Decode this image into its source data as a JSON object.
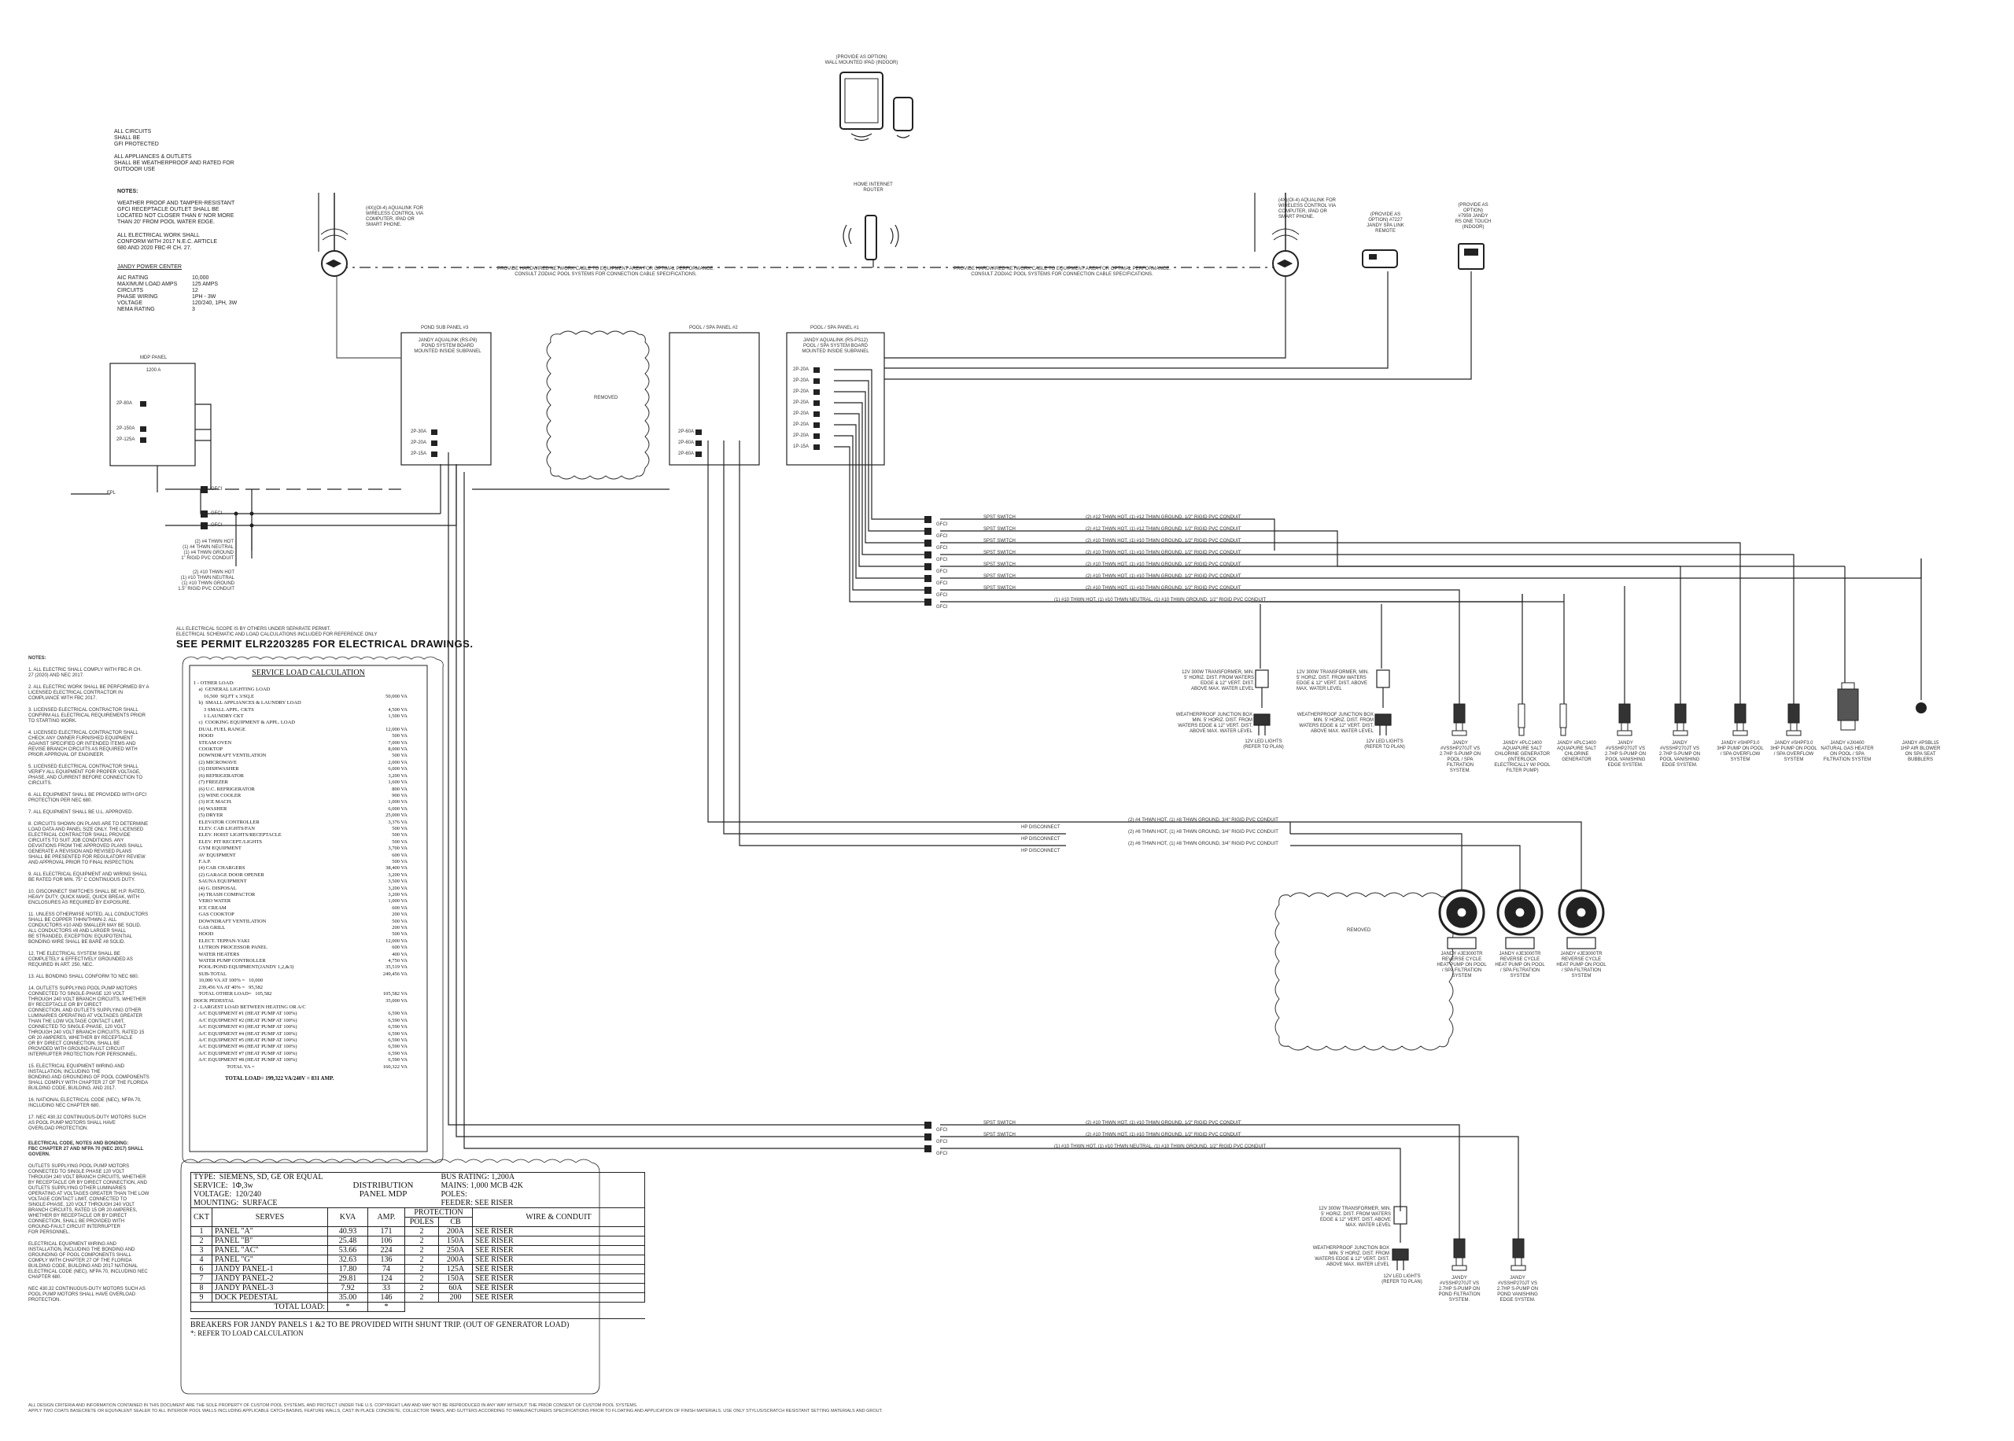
{
  "top_notes": {
    "circuits": "ALL CIRCUITS\nSHALL BE\nGFI PROTECTED",
    "appliances": "ALL APPLIANCES & OUTLETS\nSHALL BE WEATHERPROOF AND RATED FOR\nOUTDOOR USE",
    "notes_title": "NOTES:",
    "note1": "WEATHER PROOF AND TAMPER-RESISTANT\nGFCI RECEPTACLE OUTLET SHALL BE\nLOCATED NOT CLOSER THAN 6' NOR MORE\nTHAN 20' FROM POOL WATER EDGE.",
    "note2": "ALL ELECTRICAL WORK SHALL\nCONFORM WITH 2017 N.E.C. ARTICLE\n680 AND 2020 FBC-R CH. 27."
  },
  "power_center": {
    "title": "JANDY POWER CENTER",
    "rows": [
      [
        "AIC RATING",
        "10,000"
      ],
      [
        "MAXIMUM LOAD AMPS",
        "125 AMPS"
      ],
      [
        "CIRCUITS",
        "12"
      ],
      [
        "PHASE WIRING",
        "1PH - 3W"
      ],
      [
        "VOLTAGE",
        "120/240, 1PH, 3W"
      ],
      [
        "NEMA RATING",
        "3"
      ]
    ]
  },
  "devices": {
    "tablet": "(PROVIDE AS OPTION)\nWALL MOUNTED IPAD (INDOOR)",
    "router": "HOME INTERNET\nROUTER",
    "aqualink_left": "(4X)(OI-4) AQUALINK FOR\nWIRELESS CONTROL VIA\nCOMPUTER, IPAD OR\nSMART PHONE.",
    "aqualink_right": "(4X)(OI-4) AQUALINK FOR\nWIRELESS CONTROL VIA\nCOMPUTER, IPAD OR\nSMART PHONE.",
    "remote1": "(PROVIDE AS\nOPTION) #7227\nJANDY SPA LINK\nREMOTE",
    "remote2": "(PROVIDE AS\nOPTION)\n#7959 JANDY\nRS ONE TOUCH\n(INDOOR)",
    "network_note_left": "PROVIDE HARDWIRED NETWORK CABLE TO EQUIPMENT AREA FOR OPTIMAL PERFORMANCE.\nCONSULT ZODIAC POOL SYSTEMS FOR CONNECTION CABLE SPECIFICATIONS.",
    "network_note_right": "PROVIDE HARDWIRED NETWORK CABLE TO EQUIPMENT AREA FOR OPTIMAL PERFORMANCE.\nCONSULT ZODIAC POOL SYSTEMS FOR CONNECTION CABLE SPECIFICATIONS."
  },
  "panels": {
    "mdp": {
      "title": "MDP PANEL",
      "rating": "1200 A",
      "breakers": [
        "2P-80A",
        "2P-150A",
        "2P-125A"
      ]
    },
    "pond": {
      "heading": "POND SUB PANEL #3",
      "title": "JANDY AQUALINK (RS-P8)\nPOND SYSTEM BOARD\nMOUNTED INSIDE SUBPANEL",
      "breakers": [
        "2P-30A",
        "2P-20A",
        "2P-15A"
      ]
    },
    "removed": "REMOVED",
    "pool2": {
      "heading": "POOL / SPA PANEL #2",
      "breakers": [
        "2P-60A",
        "2P-60A",
        "2P-60A"
      ]
    },
    "pool1": {
      "heading": "POOL / SPA PANEL #1",
      "title": "JANDY AQUALINK (RS-PS12)\nPOOL / SPA SYSTEM BOARD\nMOUNTED INSIDE SUBPANEL",
      "breakers": [
        "2P-20A",
        "2P-20A",
        "2P-20A",
        "2P-20A",
        "2P-20A",
        "2P-20A",
        "2P-20A",
        "1P-15A"
      ]
    }
  },
  "feeders": {
    "fpl": "FPL",
    "gfci": [
      "GFCI",
      "GFCI",
      "GFCI"
    ],
    "conduit1": "(2) #4 THWN HOT\n(1) #4 THWN NEUTRAL\n(1) #4 THWN GROUND\n1\" RIGID PVC CONDUIT",
    "conduit2": "(2) #10 THWN HOT\n(1) #10 THWN NEUTRAL\n(1) #10 THWN GROUND\n1.5\" RIGID PVC CONDUIT"
  },
  "circuits_upper": [
    {
      "tag": "GFCI",
      "switch": "SPST SWITCH",
      "wire": "(2) #12 THWN HOT, (1) #12 THWN GROUND, 1/2\" RIGID PVC CONDUIT"
    },
    {
      "tag": "GFCI",
      "switch": "SPST SWITCH",
      "wire": "(2) #12 THWN HOT, (1) #12 THWN GROUND, 1/2\" RIGID PVC CONDUIT"
    },
    {
      "tag": "GFCI",
      "switch": "SPST SWITCH",
      "wire": "(2) #10 THWN HOT, (1) #10 THWN GROUND, 1/2\" RIGID PVC CONDUIT"
    },
    {
      "tag": "GFCI",
      "switch": "SPST SWITCH",
      "wire": "(2) #10 THWN HOT, (1) #10 THWN GROUND, 1/2\" RIGID PVC CONDUIT"
    },
    {
      "tag": "GFCI",
      "switch": "SPST SWITCH",
      "wire": "(2) #10 THWN HOT, (1) #10 THWN GROUND, 1/2\" RIGID PVC CONDUIT"
    },
    {
      "tag": "GFCI",
      "switch": "SPST SWITCH",
      "wire": "(2) #10 THWN HOT, (1) #10 THWN GROUND, 1/2\" RIGID PVC CONDUIT"
    },
    {
      "tag": "GFCI",
      "switch": "SPST SWITCH",
      "wire": "(2) #10 THWN HOT, (1) #10 THWN GROUND, 1/2\" RIGID PVC CONDUIT"
    },
    {
      "tag": "GFCI",
      "switch": "",
      "wire": "(1) #10 THWN HOT, (1) #10 THWN NEUTRAL, (1) #10 THWN GROUND, 1/2\" RIGID PVC CONDUIT"
    }
  ],
  "hp_circuits": [
    {
      "tag": "HP DISCONNECT",
      "wire": "(2) #4 THWN HOT, (1) #8 THWN GROUND, 3/4\" RIGID PVC CONDUIT"
    },
    {
      "tag": "HP DISCONNECT",
      "wire": "(2) #6 THWN HOT, (1) #8 THWN GROUND, 3/4\" RIGID PVC CONDUIT"
    },
    {
      "tag": "HP DISCONNECT",
      "wire": "(2) #6 THWN HOT, (1) #8 THWN GROUND, 3/4\" RIGID PVC CONDUIT"
    }
  ],
  "circuits_lower": [
    {
      "tag": "GFCI",
      "switch": "SPST SWITCH",
      "wire": "(2) #10 THWN HOT, (1) #10 THWN GROUND, 1/2\" RIGID PVC CONDUIT"
    },
    {
      "tag": "GFCI",
      "switch": "SPST SWITCH",
      "wire": "(2) #10 THWN HOT, (1) #10 THWN GROUND, 1/2\" RIGID PVC CONDUIT"
    },
    {
      "tag": "GFCI",
      "switch": "",
      "wire": "(1) #10 THWN HOT, (1) #10 THWN NEUTRAL, (1) #10 THWN GROUND, 1/2\" RIGID PVC CONDUIT"
    }
  ],
  "transformers": {
    "t1": "12V 300W TRANSFORMER, MIN.\n5' HORIZ. DIST. FROM WATERS\nEDGE & 12\" VERT. DIST.\nABOVE MAX. WATER LEVEL",
    "t2": "12V 300W TRANSFORMER, MIN.\n5' HORIZ. DIST. FROM WATERS\nEDGE & 12\" VERT. DIST. ABOVE\nMAX. WATER LEVEL",
    "t3": "12V 300W TRANSFORMER, MIN.\n5' HORIZ. DIST. FROM WATERS\nEDGE & 12\" VERT. DIST. ABOVE\nMAX. WATER LEVEL",
    "jb1": "WEATHERPROOF JUNCTION BOX\nMIN. 5' HORIZ. DIST. FROM\nWATERS EDGE & 12\" VERT. DIST.\nABOVE MAX. WATER LEVEL",
    "jb2": "WEATHERPROOF JUNCTION BOX\nMIN. 5' HORIZ. DIST. FROM\nWATERS EDGE & 12\" VERT. DIST.\nABOVE MAX. WATER LEVEL",
    "jb3": "WEATHERPROOF JUNCTION BOX\nMIN. 5' HORIZ. DIST. FROM\nWATERS EDGE & 12\" VERT. DIST.\nABOVE MAX. WATER LEVEL",
    "led1": "12V LED LIGHTS\n(REFER TO PLAN)",
    "led2": "12V LED LIGHTS\n(REFER TO PLAN)",
    "led3": "12V LED LIGHTS\n(REFER TO PLAN)"
  },
  "equipment_upper": [
    "JANDY\n#VSSHP270JT VS\n2.7HP S-PUMP ON\nPOOL / SPA\nFILTRATION\nSYSTEM.",
    "JANDY #PLC1400\nAQUAPURE SALT\nCHLORINE GENERATOR\n(INTERLOCK\nELECTRICALLY W/ POOL\nFILTER PUMP)",
    "JANDY #PLC1400\nAQUAPURE SALT\nCHLORINE\nGENERATOR",
    "JANDY\n#VSSHP270JT VS\n2.7HP S-PUMP ON\nPOOL VANISHING\nEDGE SYSTEM.",
    "JANDY\n#VSSHP270JT VS\n2.7HP S-PUMP ON\nPOOL VANISHING\nEDGE SYSTEM.",
    "JANDY #SHPF3.0\n3HP PUMP ON POOL\n/ SPA OVERFLOW\nSYSTEM",
    "JANDY #SHPF3.0\n3HP PUMP ON POOL\n/ SPA OVERFLOW\nSYSTEM",
    "JANDY #JXI400\nNATURAL GAS HEATER\nON POOL / SPA\nFILTRATION SYSTEM",
    "JANDY #PSBL15\n1HP AIR BLOWER\nON SPA SEAT\nBUBBLERS"
  ],
  "heat_pumps": [
    "JANDY #JE3000TR\nREVERSE CYCLE\nHEAT PUMP ON POOL\n/ SPA FILTRATION\nSYSTEM",
    "JANDY #JE3000TR\nREVERSE CYCLE\nHEAT PUMP ON POOL\n/ SPA FILTRATION\nSYSTEM",
    "JANDY #JE3000TR\nREVERSE CYCLE\nHEAT PUMP ON POOL\n/ SPA FILTRATION\nSYSTEM"
  ],
  "removed2": "REMOVED",
  "equipment_lower": [
    "JANDY\n#VSSHP270JT VS\n2.7HP S-PUMP ON\nPOND FILTRATION\nSYSTEM.",
    "JANDY\n#VSSHP270JT VS\n2.7HP S-PUMP ON\nPOND VANISHING\nEDGE SYSTEM."
  ],
  "permit": {
    "small": "ALL ELECTRICAL SCOPE IS BY OTHERS UNDER SEPARATE PERMIT.\nELECTRICAL SCHEMATIC AND LOAD CALCULATIONS INCLUDED FOR REFERENCE ONLY",
    "big": "SEE PERMIT ELR2203285 FOR ELECTRICAL DRAWINGS."
  },
  "left_notes": {
    "title": "NOTES:",
    "items": [
      "1. ALL ELECTRIC SHALL COMPLY WITH FBC-R CH.\n27 (2020) AND NEC 2017.",
      "2. ALL ELECTRIC WORK SHALL BE PERFORMED BY A\nLICENSED ELECTRICAL CONTRACTOR IN\nCOMPLIANCE WITH FBC 2017.",
      "3. LICENSED ELECTRICAL CONTRACTOR SHALL\nCONFIRM ALL ELECTRICAL REQUIREMENTS PRIOR\nTO STARTING WORK.",
      "4. LICENSED ELECTRICAL CONTRACTOR SHALL\nCHECK ANY OWNER FURNISHED EQUIPMENT\nAGAINST SPECIFIED OR INTENDED ITEMS AND\nREVISE BRANCH CIRCUITS AS REQUIRED WITH\nPRIOR APPROVAL OF ENGINEER.",
      "5. LICENSED ELECTRICAL CONTRACTOR SHALL\nVERIFY ALL EQUIPMENT FOR PROPER VOLTAGE,\nPHASE, AND CURRENT BEFORE CONNECTION TO\nCIRCUITS.",
      "6. ALL EQUIPMENT SHALL BE PROVIDED WITH GFCI\nPROTECTION PER NEC 680.",
      "7. ALL EQUIPMENT SHALL BE U.L. APPROVED.",
      "8. CIRCUITS SHOWN ON PLANS ARE TO DETERMINE\nLOAD DATA AND PANEL SIZE ONLY. THE LICENSED\nELECTRICAL CONTRACTOR SHALL PROVIDE\nCIRCUITS TO SUIT JOB CONDITIONS. ANY\nDEVIATIONS FROM THE APPROVED PLANS SHALL\nGENERATE A REVISION AND REVISED PLANS\nSHALL BE PRESENTED FOR REGULATORY REVIEW\nAND APPROVAL PRIOR TO FINAL INSPECTION.",
      "9. ALL ELECTRICAL EQUIPMENT AND WIRING SHALL\nBE RATED FOR MIN. 75° C CONTINUOUS DUTY.",
      "10. DISCONNECT SWITCHES SHALL BE H.P. RATED,\nHEAVY DUTY, QUICK MAKE, QUICK BREAK, WITH\nENCLOSURES AS REQUIRED BY EXPOSURE.",
      "11. UNLESS OTHERWISE NOTED, ALL CONDUCTORS\nSHALL BE COPPER THHN/THWN-2. ALL\nCONDUCTORS #10 AND SMALLER MAY BE SOLID.\nALL CONDUCTORS #8 AND LARGER SHALL\nBE STRANDED, EXCEPTION: EQUIPOTENTIAL\nBONDING WIRE SHALL BE BARE #8 SOLID.",
      "12. THE ELECTRICAL SYSTEM SHALL BE\nCOMPLETELY & EFFECTIVELY GROUNDED AS\nREQUIRED IN ART. 250, NEC.",
      "13. ALL BONDING SHALL CONFORM TO NEC 680.",
      "14. OUTLETS SUPPLYING POOL PUMP MOTORS\nCONNECTED TO SINGLE-PHASE 120 VOLT\nTHROUGH 240 VOLT BRANCH CIRCUITS, WHETHER\nBY RECEPTACLE OR BY DIRECT\nCONNECTION, AND OUTLETS SUPPLYING OTHER\nLUMINARIES OPERATING AT VOLTAGES GREATER\nTHAN THE LOW VOLTAGE CONTACT LIMIT,\nCONNECTED TO SINGLE-PHASE, 120 VOLT\nTHROUGH 240 VOLT BRANCH CIRCUITS, RATED 15\nOR 20 AMPERES, WHETHER BY RECEPTACLE\nOR BY DIRECT CONNECTION, SHALL BE\nPROVIDED WITH GROUND-FAULT CIRCUIT\nINTERRUPTER PROTECTION FOR PERSONNEL.",
      "15. ELECTRICAL EQUIPMENT WIRING AND\nINSTALLATION, INCLUDING THE\nBONDING AND GROUNDING OF POOL COMPONENTS\nSHALL COMPLY WITH CHAPTER 27 OF THE FLORIDA\nBUILDING CODE, BUILDING, AND 2017.",
      "16. NATIONAL ELECTRICAL CODE (NEC), NFPA 70,\nINCLUDING NEC CHAPTER 680.",
      "17. NEC 430.32 CONTINUOUS-DUTY MOTORS SUCH\nAS POOL PUMP MOTORS SHALL HAVE\nOVERLOAD PROTECTION."
    ],
    "code_title": "ELECTRICAL CODE, NOTES AND BONDING:\nFBC CHAPTER 27 AND NFPA 70 (NEC 2017) SHALL\nGOVERN.",
    "code1": "OUTLETS SUPPLYING POOL PUMP MOTORS\nCONNECTED TO SINGLE PHASE 120 VOLT\nTHROUGH 240 VOLT BRANCH CIRCUITS, WHETHER\nBY RECEPTACLE OR BY DIRECT CONNECTION, AND\nOUTLETS SUPPLYING OTHER LUMINARIES\nOPERATING AT VOLTAGES GREATER THAN THE LOW\nVOLTAGE CONTACT LIMIT, CONNECTED TO\nSINGLE-PHASE, 120 VOLT THROUGH 240 VOLT\nBRANCH CIRCUITS, RATED 15 OR 20 AMPERES,\nWHETHER BY RECEPTACLE OR BY DIRECT\nCONNECTION, SHALL BE PROVIDED WITH\nGROUND-FAULT CIRCUIT INTERRUPTER\nFOR PERSONNEL.",
    "code2": "ELECTRICAL EQUIPMENT WIRING AND\nINSTALLATION, INCLUDING THE BONDING AND\nGROUNDING OF POOL COMPONENTS SHALL\nCOMPLY WITH CHAPTER 27 OF THE FLORIDA\nBUILDING CODE, BUILDING AND 2017 NATIONAL\nELECTRICAL CODE (NEC), NFPA 70, INCLUDING NEC\nCHAPTER 680.",
    "code3": "NEC 430.32 CONTINUOUS-DUTY MOTORS SUCH AS\nPOOL PUMP MOTORS SHALL HAVE OVERLOAD\nPROTECTION."
  },
  "service_load": {
    "title": "SERVICE LOAD CALCULATION",
    "rows": [
      [
        "1 - OTHER LOAD:",
        ""
      ],
      [
        "    a)  GENERAL LIGHTING LOAD",
        ""
      ],
      [
        "        16,500  SQ.FT x 3/SQ.E",
        "50,000  VA"
      ],
      [
        "    b)  SMALL APPLIANCES & LAUNDRY LOAD",
        ""
      ],
      [
        "        3 SMALL APPL. CKTS",
        "4,500  VA"
      ],
      [
        "        1 LAUNDRY CKT",
        "1,500  VA"
      ],
      [
        "",
        ""
      ],
      [
        "    c)  COOKING EQUIPMENT & APPL. LOAD",
        ""
      ],
      [
        "    DUAL FUEL RANGE",
        "12,000  VA"
      ],
      [
        "    HOOD",
        "500  VA"
      ],
      [
        "    STEAM OVEN",
        "7,000  VA"
      ],
      [
        "    COOKTOP",
        "8,000  VA"
      ],
      [
        "    DOWNDRAFT VENTILATION",
        "500  VA"
      ],
      [
        "    (2) MICROWAVE",
        "2,000  VA"
      ],
      [
        "    (3) DISHWASHER",
        "6,000  VA"
      ],
      [
        "    (6) REFRIGERATOR",
        "3,200  VA"
      ],
      [
        "    (7) FREEZER",
        "1,600  VA"
      ],
      [
        "    (6) U.C. REFRIGERATOR",
        "800  VA"
      ],
      [
        "    (3) WINE COOLER",
        "900  VA"
      ],
      [
        "    (3) ICE MACH.",
        "1,000  VA"
      ],
      [
        "    (4) WASHER",
        "6,000  VA"
      ],
      [
        "    (5) DRYER",
        "25,000  VA"
      ],
      [
        "    ELEVATOR CONTROLLER",
        "3,376  VA"
      ],
      [
        "    ELEV. CAB LIGHTS/FAN",
        "500  VA"
      ],
      [
        "    ELEV. HOIST LIGHTS/RECEPTACLE",
        "500  VA"
      ],
      [
        "    ELEV. PIT RECEPT./LIGHTS",
        "500  VA"
      ],
      [
        "    GYM EQUIPMENT",
        "3,700  VA"
      ],
      [
        "    AV EQUIPMENT",
        "600  VA"
      ],
      [
        "    F.A.P.",
        "500  VA"
      ],
      [
        "    (4) CAR CHARGERS",
        "38,400  VA"
      ],
      [
        "    (2) GARAGE DOOR OPENER",
        "3,200  VA"
      ],
      [
        "    SAUNA EQUIPMENT",
        "3,500  VA"
      ],
      [
        "    (4) G. DISPOSAL",
        "3,200  VA"
      ],
      [
        "    (4) TRASH COMPACTOR",
        "3,200  VA"
      ],
      [
        "    VERO WATER",
        "1,000  VA"
      ],
      [
        "    ICE CREAM",
        "600  VA"
      ],
      [
        "    GAS COOKTOP",
        "200  VA"
      ],
      [
        "    DOWNDRAFT VENTILATION",
        "500  VA"
      ],
      [
        "    GAS GRILL",
        "200  VA"
      ],
      [
        "    HOOD",
        "500  VA"
      ],
      [
        "    ELECT. TEPPAN-YAKI",
        "12,000  VA"
      ],
      [
        "    LUTRON PROCESSOR PANEL",
        "600  VA"
      ],
      [
        "    WATER HEATERS",
        "400  VA"
      ],
      [
        "    WATER PUMP CONTROLLER",
        "4,750  VA"
      ],
      [
        "    POOL/POND EQUIPMENT(JANDY 1,2,&3)",
        "35,519  VA"
      ],
      [
        "    SUB-TOTAL",
        "249,456  VA"
      ],
      [
        "",
        ""
      ],
      [
        "    10,000 VA AT 100% =   10,000",
        ""
      ],
      [
        "    239,456 VA AT 40% =   95,582",
        ""
      ],
      [
        "    TOTAL OTHER LOAD=   105,582",
        "105,582  VA"
      ],
      [
        "",
        ""
      ],
      [
        "DOCK PEDESTAL",
        "35,000  VA"
      ],
      [
        "2 - LARGEST LOAD BETWEEN HEATING OR A/C",
        ""
      ],
      [
        "",
        ""
      ],
      [
        "    A/C EQUIPMENT #1 (HEAT PUMP AT 100%)",
        "6,590  VA"
      ],
      [
        "    A/C EQUIPMENT #2 (HEAT PUMP AT 100%)",
        "6,590  VA"
      ],
      [
        "    A/C EQUIPMENT #3 (HEAT PUMP AT 100%)",
        "6,590  VA"
      ],
      [
        "    A/C EQUIPMENT #4 (HEAT PUMP AT 100%)",
        "6,590  VA"
      ],
      [
        "    A/C EQUIPMENT #5 (HEAT PUMP AT 100%)",
        "6,590  VA"
      ],
      [
        "    A/C EQUIPMENT #6 (HEAT PUMP AT 100%)",
        "6,590  VA"
      ],
      [
        "    A/C EQUIPMENT #7 (HEAT PUMP AT 100%)",
        "6,590  VA"
      ],
      [
        "    A/C EQUIPMENT #8 (HEAT PUMP AT 100%)",
        "6,590  VA"
      ],
      [
        "                          TOTAL VA =",
        "160,322  VA"
      ]
    ],
    "total": "TOTAL LOAD=  199,322  VA/240V  =   831   AMP."
  },
  "distribution": {
    "type_label": "TYPE:",
    "type_value": "SIEMENS, SD, GE OR EQUAL",
    "service_label": "SERVICE:",
    "service_value": "1Φ,3w",
    "voltage_label": "VOLTAGE:",
    "voltage_value": "120/240",
    "mounting_label": "MOUNTING:",
    "mounting_value": "SURFACE",
    "title1": "DISTRIBUTION",
    "title2": "PANEL  MDP",
    "bus": "BUS RATING:  1,200A",
    "mains": "MAINS:  1,000 MCB 42K",
    "poles": "POLES:",
    "feeder": "FEEDER:  SEE RISER",
    "headers": {
      "ckt": "CKT",
      "serves": "SERVES",
      "kva": "KVA",
      "amp": "AMP.",
      "protection": "PROTECTION",
      "poles": "POLES",
      "cb": "CB",
      "wire": "WIRE & CONDUIT"
    },
    "rows": [
      [
        "1",
        "PANEL \"A\"",
        "40.93",
        "171",
        "2",
        "200A",
        "SEE RISER"
      ],
      [
        "2",
        "PANEL \"B\"",
        "25.48",
        "106",
        "2",
        "150A",
        "SEE RISER"
      ],
      [
        "3",
        "PANEL \"AC\"",
        "53.66",
        "224",
        "2",
        "250A",
        "SEE RISER"
      ],
      [
        "4",
        "PANEL \"G\"",
        "32.63",
        "136",
        "2",
        "200A",
        "SEE RISER"
      ],
      [
        "6",
        "JANDY PANEL-1",
        "17.80",
        "74",
        "2",
        "125A",
        "SEE RISER"
      ],
      [
        "7",
        "JANDY PANEL-2",
        "29.81",
        "124",
        "2",
        "150A",
        "SEE RISER"
      ],
      [
        "8",
        "JANDY PANEL-3",
        "7.92",
        "33",
        "2",
        "60A",
        "SEE RISER"
      ],
      [
        "9",
        "DOCK PEDESTAL",
        "35.00",
        "146",
        "2",
        "200",
        "SEE RISER"
      ]
    ],
    "total_label": "TOTAL LOAD:",
    "total_kva": "*",
    "total_amp": "*",
    "footer1": "BREAKERS FOR JANDY PANELS 1 &2 TO BE PROVIDED WITH SHUNT TRIP. (OUT OF GENERATOR LOAD)",
    "footer2": "*: REFER TO LOAD CALCULATION"
  },
  "disclaimer": {
    "line1": "ALL DESIGN CRITERIA AND INFORMATION CONTAINED IN THIS DOCUMENT ARE THE SOLE PROPERTY OF CUSTOM POOL SYSTEMS, AND PROTECT UNDER THE U.S. COPYRIGHT LAW AND MAY NOT BE REPRODUCED IN ANY WAY WITHOUT THE PRIOR CONSENT OF CUSTOM POOL SYSTEMS.",
    "line2": "APPLY TWO COATS BASECRETE OR EQUIVALENT SEALER TO ALL INTERIOR POOL WALLS INCLUDING APPLICABLE CATCH BASINS, FEATURE WALLS, CAST IN PLACE CONCRETE, COLLECTOR TANKS, AND GUTTERS ACCORDING TO MANUFACTURERS SPECIFICATIONS PRIOR TO FLOATING AND APPLICATION OF FINISH MATERIALS. USE ONLY STYLUS/SCRATCH RESISTANT SETTING MATERIALS AND GROUT."
  }
}
